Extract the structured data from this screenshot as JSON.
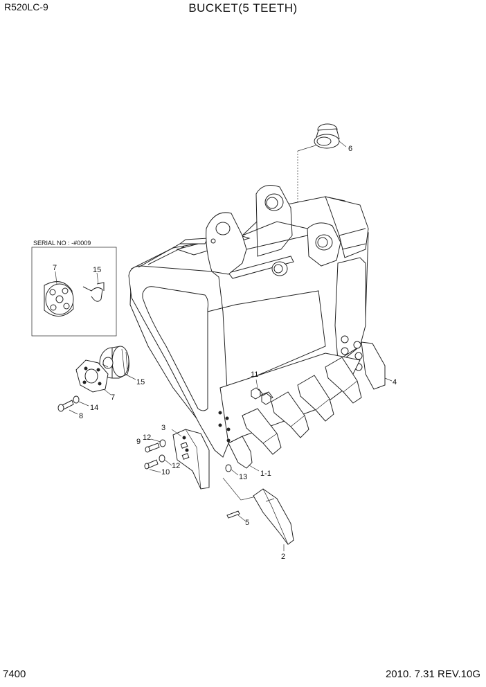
{
  "header": {
    "model": "R520LC-9",
    "title": "BUCKET(5 TEETH)"
  },
  "footer": {
    "page_number": "7400",
    "revision": "2010. 7.31  REV.10G"
  },
  "inset": {
    "serial_note": "SERIAL NO : -#0009",
    "callouts": {
      "a": "7",
      "b": "15"
    }
  },
  "callouts": {
    "c6": "6",
    "c4": "4",
    "c11": "11",
    "c3": "3",
    "c9": "9",
    "c12a": "12",
    "c12b": "12",
    "c10": "10",
    "c13": "13",
    "c1_1": "1-1",
    "c5": "5",
    "c2": "2",
    "c15": "15",
    "c7": "7",
    "c14": "14",
    "c8": "8"
  }
}
